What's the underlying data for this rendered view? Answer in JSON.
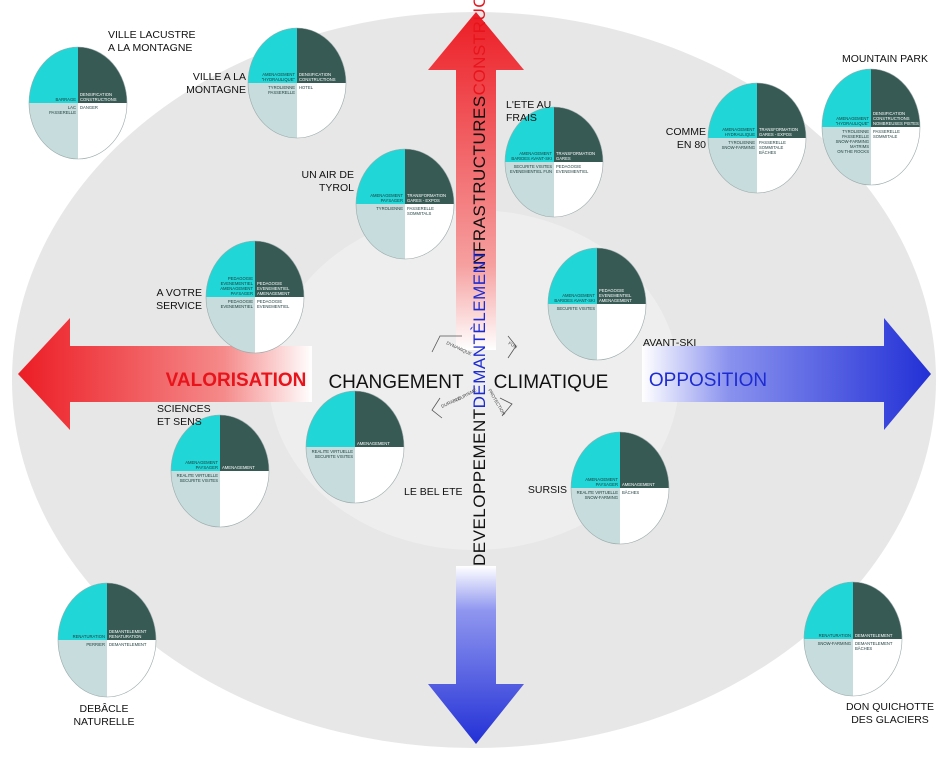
{
  "center": {
    "left_word": "CHANGEMENT",
    "right_word": "CLIMATIQUE",
    "small_labels": [
      "DYNAMIQUE",
      "FUN",
      "PROTECTION",
      "DURABLE",
      "TOURISME"
    ]
  },
  "axes": {
    "left": "VALORISATION",
    "right": "OPPOSITION",
    "up_black": "INFRASTRUCTURES",
    "up_red": "CONSTRUCTION",
    "down_black": "DEVELOPPEMENT",
    "down_blue": "DEMANTÈLEMENT"
  },
  "colors": {
    "cyan": "#21d6d6",
    "dark": "#385a55",
    "lightgray": "#c7dcdc",
    "white": "#ffffff",
    "red": "#ec1c24",
    "blue": "#2533d9"
  },
  "scenarios": [
    {
      "id": "ville-lacustre",
      "title": [
        "VILLE LACUSTRE",
        "A LA MONTAGNE"
      ],
      "q1": [
        "BARRAGE"
      ],
      "q2": [
        "DENSIFICATION",
        "CONSTRUCTIONS"
      ],
      "q3": [
        "LAC",
        "PASSERELLE"
      ],
      "q4": [
        "DANGER"
      ]
    },
    {
      "id": "ville-montagne",
      "title": [
        "VILLE A LA",
        "MONTAGNE"
      ],
      "q1": [
        "AMENAGEMENT",
        "\"HYDRAULIQUE\""
      ],
      "q2": [
        "DENSIFICATION",
        "CONSTRUCTIONS"
      ],
      "q3": [
        "TYROLIENNE",
        "PASSERELLE"
      ],
      "q4": [
        "HOTEL"
      ]
    },
    {
      "id": "ete-frais",
      "title": [
        "L'ETE AU",
        "FRAIS"
      ],
      "q1": [
        "AMENAGEMENT",
        "BARIDES AVANT-SKI"
      ],
      "q2": [
        "TRANSFORMATION",
        "GARES"
      ],
      "q3": [
        "SECURITE VISITES",
        "EVENEMENTIEL FUN"
      ],
      "q4": [
        "PEDAGOGIE",
        "EVENEMENTIEL"
      ]
    },
    {
      "id": "comme-80",
      "title": [
        "COMME",
        "EN 80"
      ],
      "q1": [
        "AMENAGEMENT",
        "HYDRAULIQUE"
      ],
      "q2": [
        "TRANSFORMATION",
        "GARES - EXPOS"
      ],
      "q3": [
        "TYROLIENNE",
        "SNOW-FARMING"
      ],
      "q4": [
        "PASSERELLE",
        "SOMMITALE",
        "BÂCHES"
      ]
    },
    {
      "id": "mountain-park",
      "title": [
        "MOUNTAIN PARK"
      ],
      "q1": [
        "AMENAGEMENT",
        "\"HYDRAULIQUE\""
      ],
      "q2": [
        "DENSIFICATION",
        "CONSTRUCTIONS",
        "NOMBREUSES PISTES"
      ],
      "q3": [
        "TYROLIENNE",
        "PASSERELLE",
        "SNOW-FARMING",
        "MATRIMS",
        "ON THE ROCKS"
      ],
      "q4": [
        "PASSERELLE",
        "SOMMITALE"
      ]
    },
    {
      "id": "air-tyrol",
      "title": [
        "UN AIR DE",
        "TYROL"
      ],
      "q1": [
        "AMENAGEMENT",
        "PAYSAGER"
      ],
      "q2": [
        "TRANSFORMATION",
        "GARES - EXPOS"
      ],
      "q3": [
        "TYROLIENNE"
      ],
      "q4": [
        "PASSERELLE",
        "SOMMITALS"
      ]
    },
    {
      "id": "votre-service",
      "title": [
        "A VOTRE",
        "SERVICE"
      ],
      "q1": [
        "PEDAGOGIE",
        "EVENEMENTIEL",
        "AMENAGEMENT",
        "PAYSAGER"
      ],
      "q2": [
        "PEDAGOGIE",
        "EVENEMENTIEL",
        "AMENAGEMENT"
      ],
      "q3": [
        "PEDAGOGIE",
        "EVENEMENTIEL"
      ],
      "q4": [
        "PEDAGOGIE",
        "EVENEMENTIEL"
      ]
    },
    {
      "id": "avant-ski",
      "title": [
        "AVANT-SKI"
      ],
      "q1": [
        "AMENAGEMENT",
        "BARIDES AVANT-SKI"
      ],
      "q2": [
        "PEDAGOGIE",
        "EVENEMENTIEL",
        "AMENAGEMENT"
      ],
      "q3": [
        "SECURITE VISITES"
      ],
      "q4": []
    },
    {
      "id": "sciences-sens",
      "title": [
        "SCIENCES",
        "ET SENS"
      ],
      "q1": [
        "AMENAGEMENT",
        "PAYSAGER"
      ],
      "q2": [
        "AMENAGEMENT"
      ],
      "q3": [
        "REALITE VIRTUELLE",
        "SECURITE VISITES"
      ],
      "q4": []
    },
    {
      "id": "bel-ete",
      "title": [
        "LE BEL ETE"
      ],
      "q1": [],
      "q2": [
        "AMENAGEMENT"
      ],
      "q3": [
        "REALITE VIRTUELLE",
        "SECURITE VISITES"
      ],
      "q4": []
    },
    {
      "id": "sursis",
      "title": [
        "SURSIS"
      ],
      "q1": [
        "AMENAGEMENT",
        "PAYSAGER"
      ],
      "q2": [
        "AMENAGEMENT"
      ],
      "q3": [
        "REALITE VIRTUELLE",
        "SNOW-FARMING"
      ],
      "q4": [
        "BÂCHES"
      ]
    },
    {
      "id": "debacle",
      "title": [
        "DEBÂCLE",
        "NATURELLE"
      ],
      "q1": [
        "RENATURATION"
      ],
      "q2": [
        "DEMANTELEMENT",
        "RENATURATION"
      ],
      "q3": [
        "PERRIER"
      ],
      "q4": [
        "DEMANTELEMENT"
      ]
    },
    {
      "id": "don-quichotte",
      "title": [
        "DON QUICHOTTE",
        "DES GLACIERS"
      ],
      "q1": [
        "RENATURATION"
      ],
      "q2": [
        "DEMANTELEMENT"
      ],
      "q3": [
        "SNOW-FARMING"
      ],
      "q4": [
        "DEMANTELEMENT",
        "BÂCHES"
      ]
    }
  ]
}
